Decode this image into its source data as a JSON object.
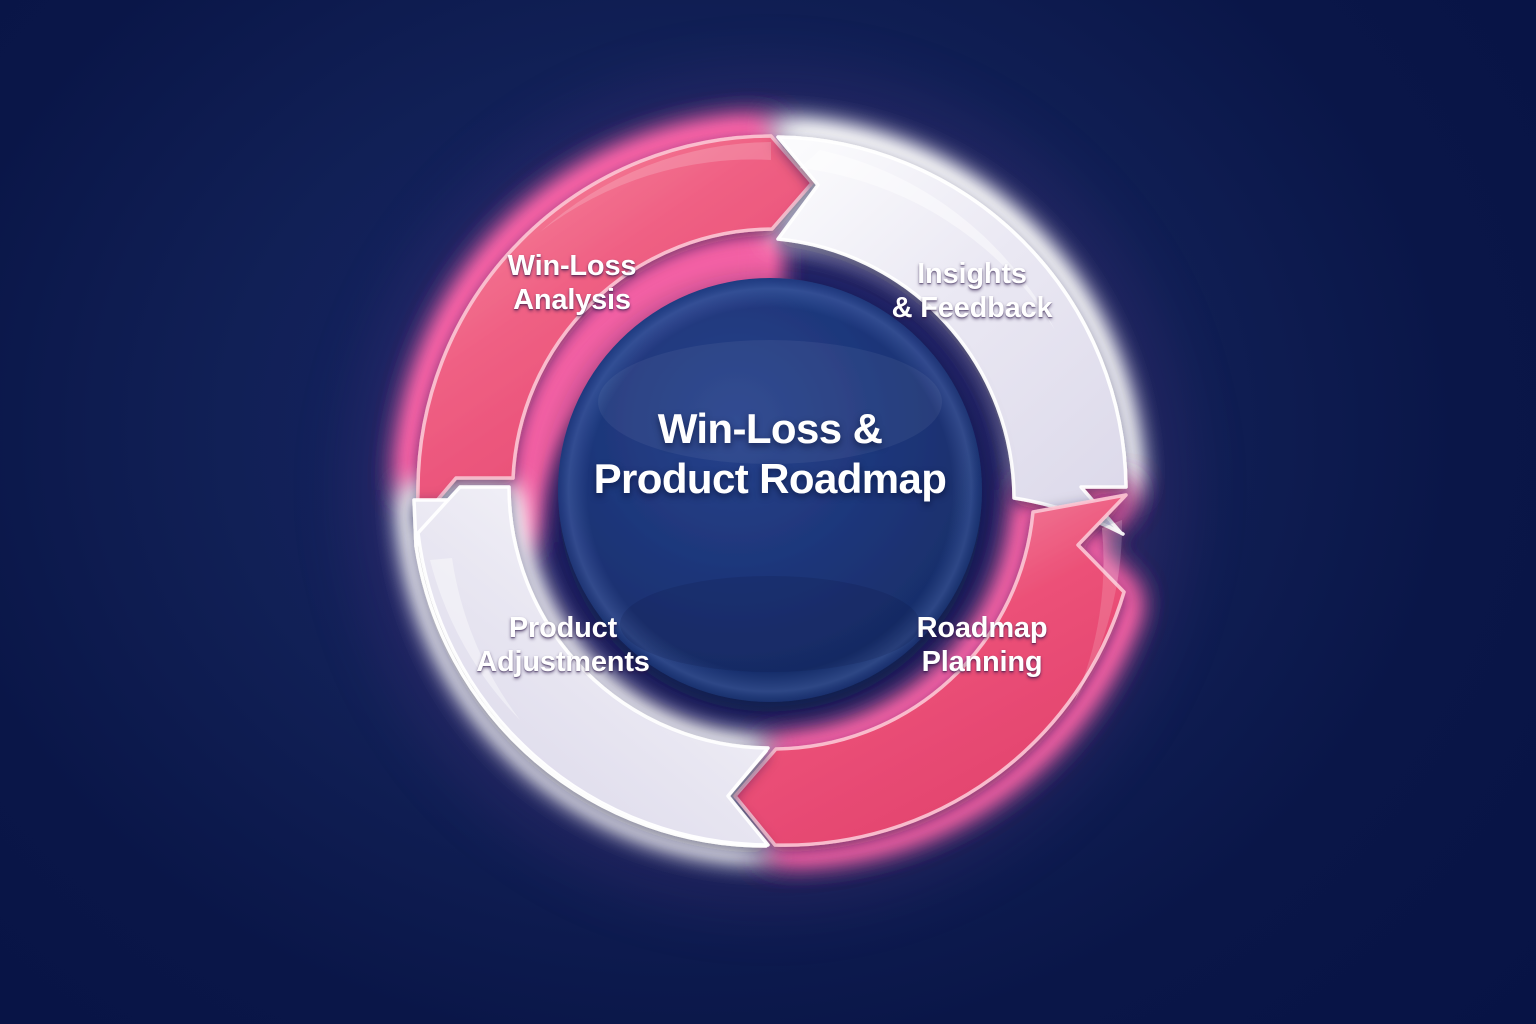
{
  "diagram": {
    "type": "cycle-wheel",
    "hub": {
      "title_line1": "Win-Loss &",
      "title_line2": "Product Roadmap"
    },
    "segments": [
      {
        "id": "win-loss-analysis",
        "label_line1": "Win-Loss",
        "label_line2": "Analysis",
        "color": "#ec4a72",
        "position": "top-left",
        "order": 1
      },
      {
        "id": "insights-feedback",
        "label_line1": "Insights",
        "label_line2": "& Feedback",
        "color": "#e6e4f1",
        "position": "top-right",
        "order": 2
      },
      {
        "id": "roadmap-planning",
        "label_line1": "Roadmap",
        "label_line2": "Planning",
        "color": "#ec4a72",
        "position": "bottom-right",
        "order": 3
      },
      {
        "id": "product-adjustments",
        "label_line1": "Product",
        "label_line2": "Adjustments",
        "color": "#e6e4f1",
        "position": "bottom-left",
        "order": 4
      }
    ],
    "colors": {
      "background_deep": "#071345",
      "background_mid": "#17256b",
      "hub_fill": "#1d3578",
      "accent_pink": "#ec4a72",
      "accent_pink_light": "#f6839f",
      "segment_white": "#e6e4f1",
      "segment_white_light": "#f7f6fb",
      "glow_pink": "#ff6ea0",
      "text": "#ffffff"
    }
  }
}
